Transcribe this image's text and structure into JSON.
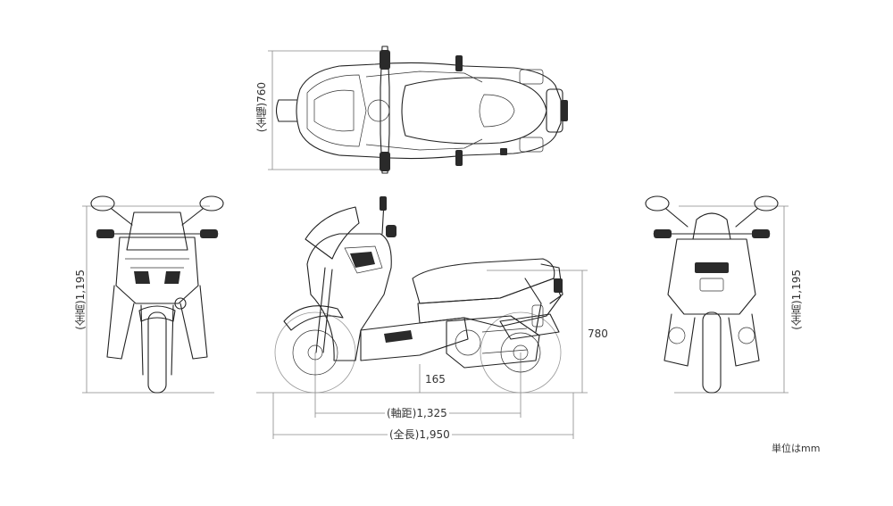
{
  "dimensions": {
    "overall_width": "(全幅)760",
    "overall_height_front": "(全高)1,195",
    "overall_height_rear": "(全高)1,195",
    "seat_height": "780",
    "ground_clearance": "165",
    "wheelbase": "(軸距)1,325",
    "overall_length": "(全長)1,950"
  },
  "unit_note": "単位はmm"
}
